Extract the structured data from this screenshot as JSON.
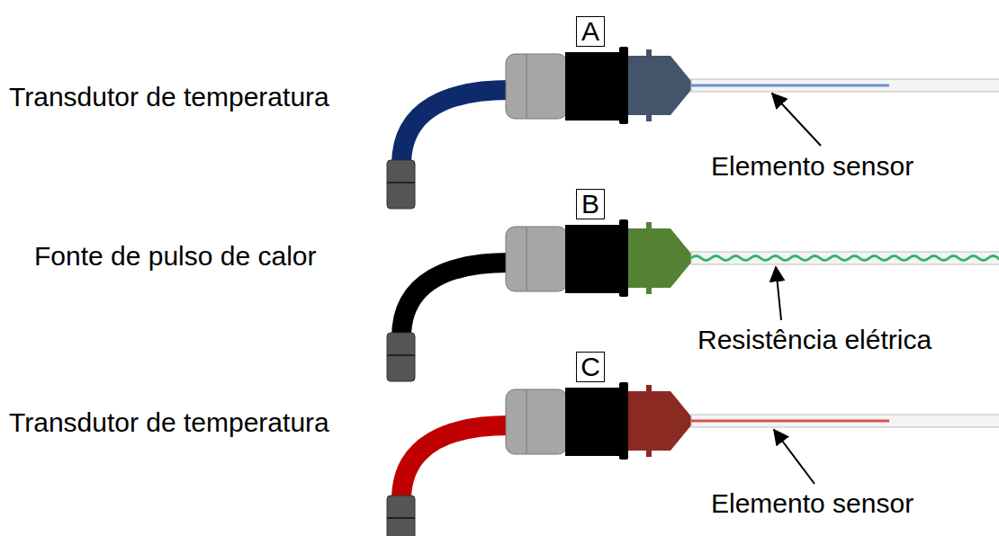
{
  "diagram": {
    "nodes": [
      {
        "text": [
          "A"
        ]
      },
      {
        "text": [
          "B"
        ]
      },
      {
        "text": [
          "C"
        ]
      }
    ],
    "labels": [
      "Transdutor de temperatura",
      "Elemento sensor",
      "Fonte de pulso de calor",
      "Resistência elétrica",
      "Transdutor de temperatura",
      "Elemento sensor"
    ]
  }
}
